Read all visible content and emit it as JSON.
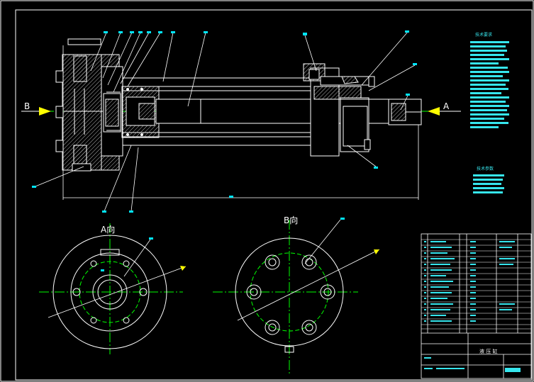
{
  "view_labels": {
    "arrow_left": "B",
    "arrow_right": "A",
    "view_a": "A向",
    "view_b": "B向"
  },
  "specs": {
    "tech_requirements_title": "技术要求",
    "tech_params_title": "技术参数"
  },
  "title_block": {
    "name": "液 压 缸"
  },
  "colors": {
    "background": "#000000",
    "outline": "#ffffff",
    "centerline": "#00ff00",
    "callout": "#00e5ff",
    "hatch": "#c8c8c8",
    "arrow": "#ffff00"
  }
}
